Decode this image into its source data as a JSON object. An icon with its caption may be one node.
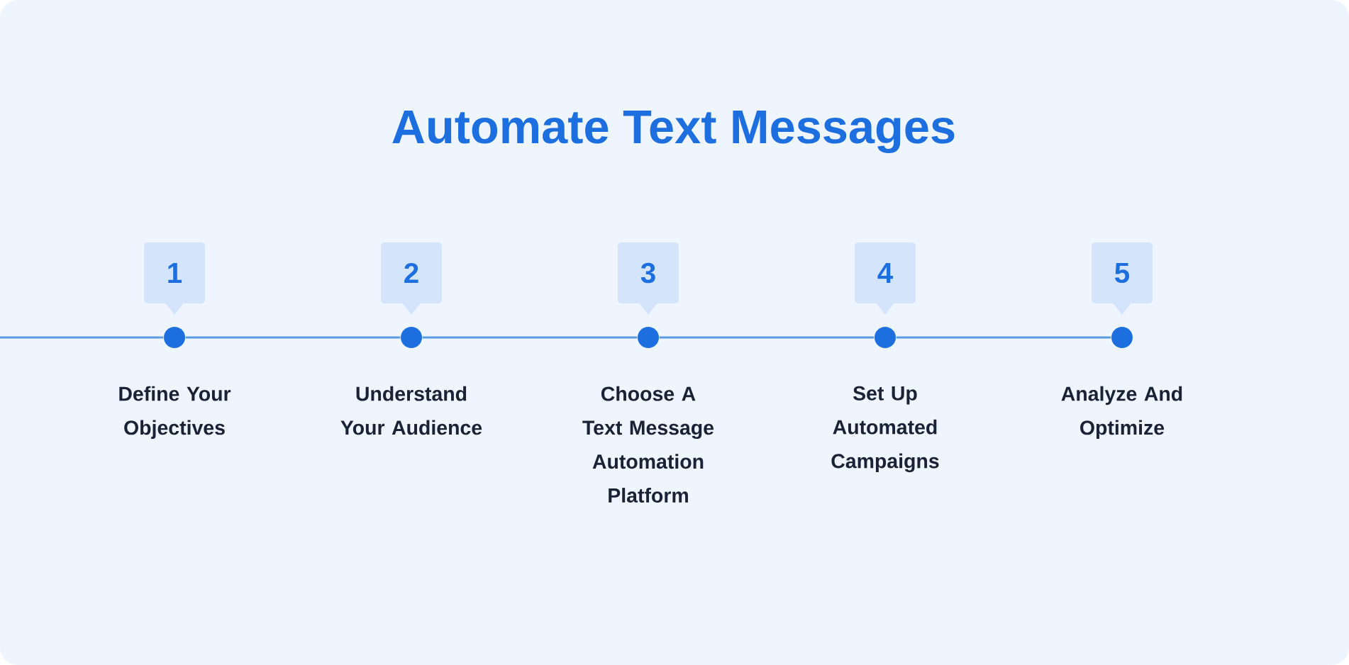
{
  "diagram": {
    "title": "Automate Text Messages",
    "nodes": [
      {
        "text": [
          "1"
        ]
      },
      {
        "text": [
          "2"
        ]
      },
      {
        "text": [
          "3"
        ]
      },
      {
        "text": [
          "4"
        ]
      },
      {
        "text": [
          "5"
        ]
      },
      {
        "text": [],
        "shape": "circle",
        "beside": [
          "Define Your Objectives"
        ]
      },
      {
        "text": [],
        "shape": "circle",
        "beside": [
          "Understand Your Audience"
        ]
      },
      {
        "text": [],
        "shape": "circle",
        "beside": [
          "Choose A Text Message Automation Platform"
        ]
      },
      {
        "text": [],
        "shape": "circle",
        "beside": [
          "Set Up Automated Campaigns"
        ]
      },
      {
        "text": [],
        "shape": "circle",
        "beside": [
          "Analyze And Optimize"
        ]
      }
    ],
    "edges": [
      {
        "from": null,
        "to": 5,
        "arrow": "none"
      },
      {
        "from": 5,
        "to": 6,
        "arrow": "none"
      },
      {
        "from": 6,
        "to": 7,
        "arrow": "none"
      },
      {
        "from": 7,
        "to": 8,
        "arrow": "none"
      },
      {
        "from": 8,
        "to": 9,
        "arrow": "none"
      }
    ]
  }
}
